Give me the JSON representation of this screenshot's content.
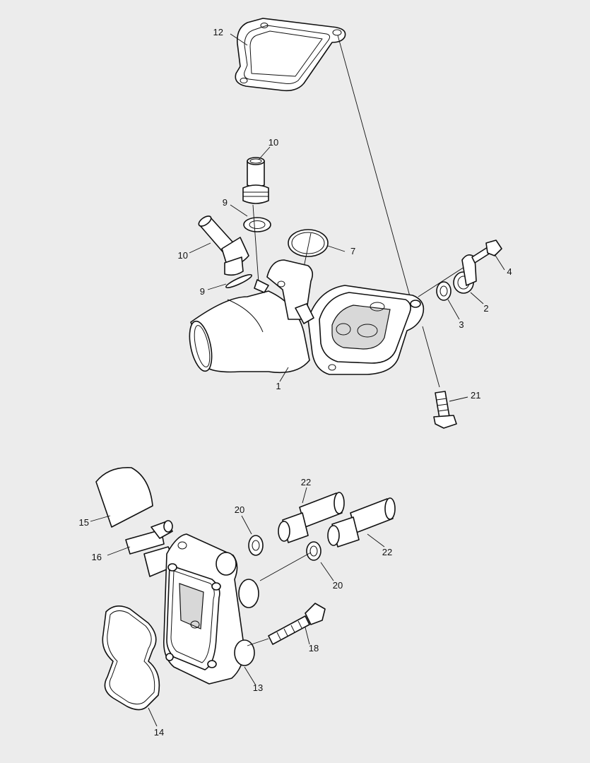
{
  "diagram": {
    "background": "#ececec",
    "callouts": [
      {
        "id": "c12",
        "text": "12"
      },
      {
        "id": "c10a",
        "text": "10"
      },
      {
        "id": "c9a",
        "text": "9"
      },
      {
        "id": "c7",
        "text": "7"
      },
      {
        "id": "c4",
        "text": "4"
      },
      {
        "id": "c10b",
        "text": "10"
      },
      {
        "id": "c9b",
        "text": "9"
      },
      {
        "id": "c2",
        "text": "2"
      },
      {
        "id": "c3",
        "text": "3"
      },
      {
        "id": "c1",
        "text": "1"
      },
      {
        "id": "c21",
        "text": "21"
      },
      {
        "id": "c22a",
        "text": "22"
      },
      {
        "id": "c20a",
        "text": "20"
      },
      {
        "id": "c15",
        "text": "15"
      },
      {
        "id": "c16",
        "text": "16"
      },
      {
        "id": "c22b",
        "text": "22"
      },
      {
        "id": "c20b",
        "text": "20"
      },
      {
        "id": "c18",
        "text": "18"
      },
      {
        "id": "c13",
        "text": "13"
      },
      {
        "id": "c14",
        "text": "14"
      }
    ]
  }
}
